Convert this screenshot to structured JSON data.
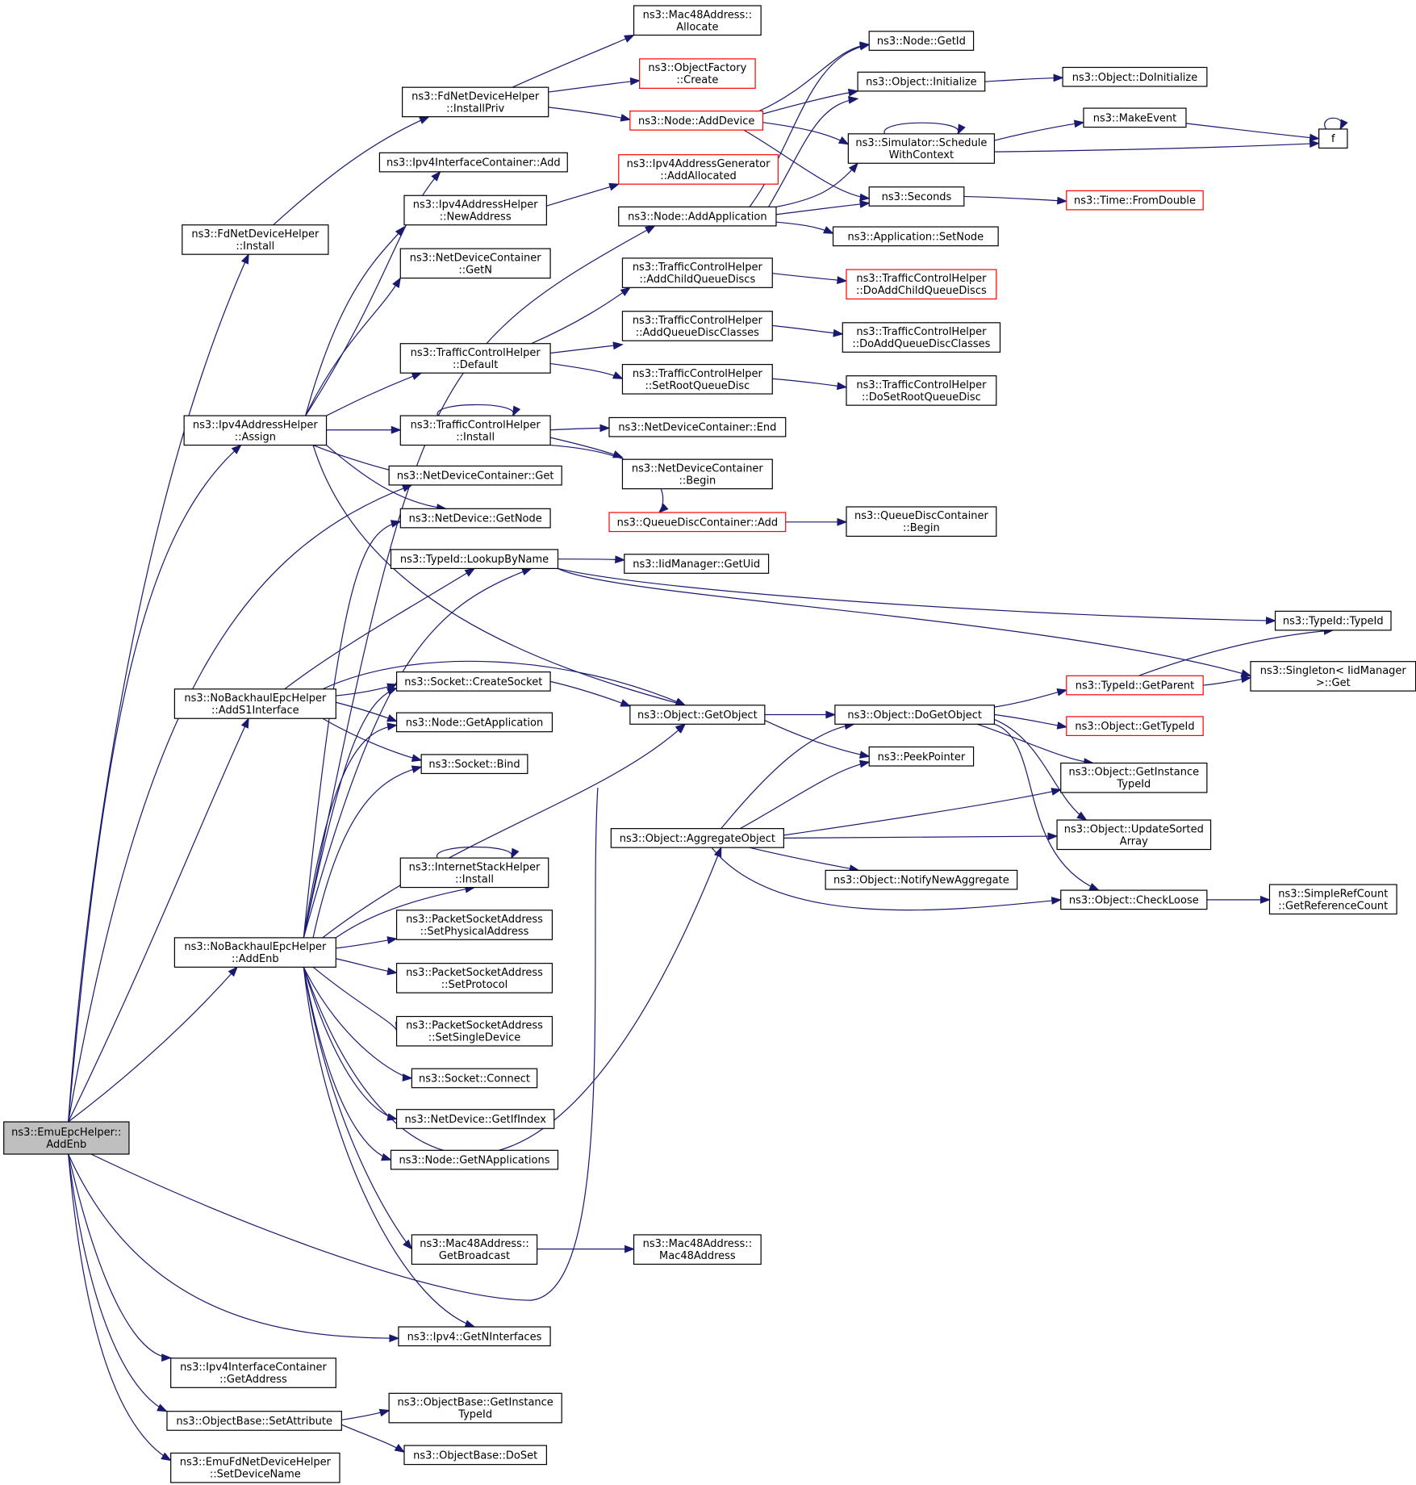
{
  "colors": {
    "edge": "#191970",
    "missing_node_border": "#ff0000",
    "root_fill": "#bfbfbf"
  },
  "nodes": [
    {
      "id": "root",
      "lines": [
        "ns3::EmuEpcHelper::",
        "AddEnb"
      ],
      "root": true
    },
    {
      "id": "fdndhInstall",
      "lines": [
        "ns3::FdNetDeviceHelper",
        "::Install"
      ]
    },
    {
      "id": "ipv4AddrAssign",
      "lines": [
        "ns3::Ipv4AddressHelper",
        "::Assign"
      ]
    },
    {
      "id": "nbAddS1",
      "lines": [
        "ns3::NoBackhaulEpcHelper",
        "::AddS1Interface"
      ]
    },
    {
      "id": "nbAddEnb",
      "lines": [
        "ns3::NoBackhaulEpcHelper",
        "::AddEnb"
      ]
    },
    {
      "id": "ipv4icGetAddr",
      "lines": [
        "ns3::Ipv4InterfaceContainer",
        "::GetAddress"
      ]
    },
    {
      "id": "obSetAttr",
      "lines": [
        "ns3::ObjectBase::SetAttribute"
      ]
    },
    {
      "id": "emuSetDev",
      "lines": [
        "ns3::EmuFdNetDeviceHelper",
        "::SetDeviceName"
      ]
    },
    {
      "id": "fdndhInstallPriv",
      "lines": [
        "ns3::FdNetDeviceHelper",
        "::InstallPriv"
      ]
    },
    {
      "id": "ipv4icAdd",
      "lines": [
        "ns3::Ipv4InterfaceContainer::Add"
      ]
    },
    {
      "id": "ipv4ahNewAddr",
      "lines": [
        "ns3::Ipv4AddressHelper",
        "::NewAddress"
      ]
    },
    {
      "id": "ndcGetN",
      "lines": [
        "ns3::NetDeviceContainer",
        "::GetN"
      ]
    },
    {
      "id": "tchDefault",
      "lines": [
        "ns3::TrafficControlHelper",
        "::Default"
      ]
    },
    {
      "id": "tchInstall",
      "lines": [
        "ns3::TrafficControlHelper",
        "::Install"
      ]
    },
    {
      "id": "ndcGet",
      "lines": [
        "ns3::NetDeviceContainer::Get"
      ]
    },
    {
      "id": "ndGetNode",
      "lines": [
        "ns3::NetDevice::GetNode"
      ]
    },
    {
      "id": "typeIdLookup",
      "lines": [
        "ns3::TypeId::LookupByName"
      ]
    },
    {
      "id": "socketCreate",
      "lines": [
        "ns3::Socket::CreateSocket"
      ]
    },
    {
      "id": "nodeGetApp",
      "lines": [
        "ns3::Node::GetApplication"
      ]
    },
    {
      "id": "socketBind",
      "lines": [
        "ns3::Socket::Bind"
      ]
    },
    {
      "id": "ishInstall",
      "lines": [
        "ns3::InternetStackHelper",
        "::Install"
      ]
    },
    {
      "id": "psaSetPhys",
      "lines": [
        "ns3::PacketSocketAddress",
        "::SetPhysicalAddress"
      ]
    },
    {
      "id": "psaSetProto",
      "lines": [
        "ns3::PacketSocketAddress",
        "::SetProtocol"
      ]
    },
    {
      "id": "psaSetSingle",
      "lines": [
        "ns3::PacketSocketAddress",
        "::SetSingleDevice"
      ]
    },
    {
      "id": "socketConnect",
      "lines": [
        "ns3::Socket::Connect"
      ]
    },
    {
      "id": "ndGetIfIndex",
      "lines": [
        "ns3::NetDevice::GetIfIndex"
      ]
    },
    {
      "id": "nodeGetNApps",
      "lines": [
        "ns3::Node::GetNApplications"
      ]
    },
    {
      "id": "mac48GetBcast",
      "lines": [
        "ns3::Mac48Address::",
        "GetBroadcast"
      ]
    },
    {
      "id": "ipv4GetNIf",
      "lines": [
        "ns3::Ipv4::GetNInterfaces"
      ]
    },
    {
      "id": "obGetInstTid",
      "lines": [
        "ns3::ObjectBase::GetInstance",
        "TypeId"
      ]
    },
    {
      "id": "obDoSet",
      "lines": [
        "ns3::ObjectBase::DoSet"
      ]
    },
    {
      "id": "mac48Allocate",
      "lines": [
        "ns3::Mac48Address::",
        "Allocate"
      ]
    },
    {
      "id": "objFactoryCreate",
      "lines": [
        "ns3::ObjectFactory",
        "::Create"
      ],
      "red": true
    },
    {
      "id": "nodeAddDevice",
      "lines": [
        "ns3::Node::AddDevice"
      ],
      "red": true
    },
    {
      "id": "ipv4agAddAlloc",
      "lines": [
        "ns3::Ipv4AddressGenerator",
        "::AddAllocated"
      ],
      "red": true
    },
    {
      "id": "nodeAddApp",
      "lines": [
        "ns3::Node::AddApplication"
      ]
    },
    {
      "id": "tchAddChild",
      "lines": [
        "ns3::TrafficControlHelper",
        "::AddChildQueueDiscs"
      ]
    },
    {
      "id": "tchAddClasses",
      "lines": [
        "ns3::TrafficControlHelper",
        "::AddQueueDiscClasses"
      ]
    },
    {
      "id": "tchSetRoot",
      "lines": [
        "ns3::TrafficControlHelper",
        "::SetRootQueueDisc"
      ]
    },
    {
      "id": "ndcEnd",
      "lines": [
        "ns3::NetDeviceContainer::End"
      ]
    },
    {
      "id": "ndcBegin",
      "lines": [
        "ns3::NetDeviceContainer",
        "::Begin"
      ]
    },
    {
      "id": "qdcAdd",
      "lines": [
        "ns3::QueueDiscContainer::Add"
      ],
      "red": true
    },
    {
      "id": "iidGetUid",
      "lines": [
        "ns3::IidManager::GetUid"
      ]
    },
    {
      "id": "objGetObject",
      "lines": [
        "ns3::Object::GetObject"
      ]
    },
    {
      "id": "objAggregate",
      "lines": [
        "ns3::Object::AggregateObject"
      ]
    },
    {
      "id": "mac48Mac48",
      "lines": [
        "ns3::Mac48Address::",
        "Mac48Address"
      ]
    },
    {
      "id": "nodeGetId",
      "lines": [
        "ns3::Node::GetId"
      ]
    },
    {
      "id": "objInitialize",
      "lines": [
        "ns3::Object::Initialize"
      ]
    },
    {
      "id": "simSchedule",
      "lines": [
        "ns3::Simulator::Schedule",
        "WithContext"
      ]
    },
    {
      "id": "seconds",
      "lines": [
        "ns3::Seconds"
      ]
    },
    {
      "id": "appSetNode",
      "lines": [
        "ns3::Application::SetNode"
      ]
    },
    {
      "id": "tchDoAddChild",
      "lines": [
        "ns3::TrafficControlHelper",
        "::DoAddChildQueueDiscs"
      ],
      "red": true
    },
    {
      "id": "tchDoAddClasses",
      "lines": [
        "ns3::TrafficControlHelper",
        "::DoAddQueueDiscClasses"
      ]
    },
    {
      "id": "tchDoSetRoot",
      "lines": [
        "ns3::TrafficControlHelper",
        "::DoSetRootQueueDisc"
      ]
    },
    {
      "id": "qdcBegin",
      "lines": [
        "ns3::QueueDiscContainer",
        "::Begin"
      ]
    },
    {
      "id": "objDoGetObject",
      "lines": [
        "ns3::Object::DoGetObject"
      ]
    },
    {
      "id": "peekPointer",
      "lines": [
        "ns3::PeekPointer"
      ]
    },
    {
      "id": "objNotifyAgg",
      "lines": [
        "ns3::Object::NotifyNewAggregate"
      ]
    },
    {
      "id": "objDoInit",
      "lines": [
        "ns3::Object::DoInitialize"
      ]
    },
    {
      "id": "makeEvent",
      "lines": [
        "ns3::MakeEvent"
      ]
    },
    {
      "id": "timeFromDouble",
      "lines": [
        "ns3::Time::FromDouble"
      ],
      "red": true
    },
    {
      "id": "tidGetParent",
      "lines": [
        "ns3::TypeId::GetParent"
      ],
      "red": true
    },
    {
      "id": "objGetTypeId",
      "lines": [
        "ns3::Object::GetTypeId"
      ],
      "red": true
    },
    {
      "id": "objGetInstTid",
      "lines": [
        "ns3::Object::GetInstance",
        "TypeId"
      ]
    },
    {
      "id": "objUpdateSorted",
      "lines": [
        "ns3::Object::UpdateSorted",
        "Array"
      ]
    },
    {
      "id": "objCheckLoose",
      "lines": [
        "ns3::Object::CheckLoose"
      ]
    },
    {
      "id": "fNode",
      "lines": [
        "f"
      ]
    },
    {
      "id": "tidTypeId",
      "lines": [
        "ns3::TypeId::TypeId"
      ]
    },
    {
      "id": "singletonGet",
      "lines": [
        "ns3::Singleton< IidManager",
        "  >::Get"
      ]
    },
    {
      "id": "srcGetRef",
      "lines": [
        "ns3::SimpleRefCount",
        "::GetReferenceCount"
      ]
    }
  ],
  "edges": [
    [
      "root",
      "fdndhInstall"
    ],
    [
      "root",
      "ipv4AddrAssign"
    ],
    [
      "root",
      "ndcGet"
    ],
    [
      "root",
      "nbAddS1"
    ],
    [
      "root",
      "nbAddEnb"
    ],
    [
      "root",
      "objGetObject"
    ],
    [
      "root",
      "ipv4GetNIf"
    ],
    [
      "root",
      "ipv4icGetAddr"
    ],
    [
      "root",
      "obSetAttr"
    ],
    [
      "root",
      "emuSetDev"
    ],
    [
      "fdndhInstall",
      "fdndhInstallPriv"
    ],
    [
      "fdndhInstallPriv",
      "mac48Allocate"
    ],
    [
      "fdndhInstallPriv",
      "objFactoryCreate"
    ],
    [
      "fdndhInstallPriv",
      "nodeAddDevice"
    ],
    [
      "nodeAddDevice",
      "nodeGetId"
    ],
    [
      "nodeAddDevice",
      "objInitialize"
    ],
    [
      "nodeAddDevice",
      "simSchedule"
    ],
    [
      "nodeAddDevice",
      "seconds"
    ],
    [
      "nodeAddApp",
      "nodeGetId"
    ],
    [
      "nodeAddApp",
      "objInitialize"
    ],
    [
      "nodeAddApp",
      "simSchedule"
    ],
    [
      "nodeAddApp",
      "seconds"
    ],
    [
      "nodeAddApp",
      "appSetNode"
    ],
    [
      "objInitialize",
      "objDoInit"
    ],
    [
      "simSchedule",
      "simSchedule"
    ],
    [
      "simSchedule",
      "makeEvent"
    ],
    [
      "simSchedule",
      "fNode"
    ],
    [
      "makeEvent",
      "fNode"
    ],
    [
      "fNode",
      "fNode"
    ],
    [
      "seconds",
      "timeFromDouble"
    ],
    [
      "ipv4AddrAssign",
      "ipv4icAdd"
    ],
    [
      "ipv4AddrAssign",
      "ipv4ahNewAddr"
    ],
    [
      "ipv4AddrAssign",
      "ndcGetN"
    ],
    [
      "ipv4AddrAssign",
      "tchDefault"
    ],
    [
      "ipv4AddrAssign",
      "tchInstall"
    ],
    [
      "ipv4AddrAssign",
      "ndcGet"
    ],
    [
      "ipv4AddrAssign",
      "ndGetNode"
    ],
    [
      "ipv4AddrAssign",
      "objGetObject"
    ],
    [
      "ipv4ahNewAddr",
      "ipv4agAddAlloc"
    ],
    [
      "tchDefault",
      "tchAddChild"
    ],
    [
      "tchDefault",
      "tchAddClasses"
    ],
    [
      "tchDefault",
      "tchSetRoot"
    ],
    [
      "tchAddChild",
      "tchDoAddChild"
    ],
    [
      "tchAddClasses",
      "tchDoAddClasses"
    ],
    [
      "tchSetRoot",
      "tchDoSetRoot"
    ],
    [
      "tchInstall",
      "tchInstall"
    ],
    [
      "tchInstall",
      "ndcEnd"
    ],
    [
      "tchInstall",
      "ndcBegin"
    ],
    [
      "tchInstall",
      "qdcAdd"
    ],
    [
      "qdcAdd",
      "qdcBegin"
    ],
    [
      "typeIdLookup",
      "iidGetUid"
    ],
    [
      "typeIdLookup",
      "tidTypeId"
    ],
    [
      "typeIdLookup",
      "singletonGet"
    ],
    [
      "nbAddS1",
      "typeIdLookup"
    ],
    [
      "nbAddS1",
      "objGetObject"
    ],
    [
      "nbAddS1",
      "socketCreate"
    ],
    [
      "nbAddS1",
      "nodeGetApp"
    ],
    [
      "nbAddS1",
      "socketBind"
    ],
    [
      "socketCreate",
      "objGetObject"
    ],
    [
      "objGetObject",
      "objDoGetObject"
    ],
    [
      "objGetObject",
      "peekPointer"
    ],
    [
      "objDoGetObject",
      "tidGetParent"
    ],
    [
      "objDoGetObject",
      "objGetTypeId"
    ],
    [
      "objDoGetObject",
      "objGetInstTid"
    ],
    [
      "objDoGetObject",
      "objUpdateSorted"
    ],
    [
      "objDoGetObject",
      "objCheckLoose"
    ],
    [
      "tidGetParent",
      "tidTypeId"
    ],
    [
      "tidGetParent",
      "singletonGet"
    ],
    [
      "objAggregate",
      "objDoGetObject"
    ],
    [
      "objAggregate",
      "peekPointer"
    ],
    [
      "objAggregate",
      "objGetInstTid"
    ],
    [
      "objAggregate",
      "objUpdateSorted"
    ],
    [
      "objAggregate",
      "objNotifyAgg"
    ],
    [
      "objAggregate",
      "objCheckLoose"
    ],
    [
      "objCheckLoose",
      "srcGetRef"
    ],
    [
      "nbAddEnb",
      "nodeAddApp"
    ],
    [
      "nbAddEnb",
      "ndGetNode"
    ],
    [
      "nbAddEnb",
      "typeIdLookup"
    ],
    [
      "nbAddEnb",
      "socketCreate"
    ],
    [
      "nbAddEnb",
      "nodeGetApp"
    ],
    [
      "nbAddEnb",
      "socketBind"
    ],
    [
      "nbAddEnb",
      "objGetObject"
    ],
    [
      "nbAddEnb",
      "ishInstall"
    ],
    [
      "nbAddEnb",
      "psaSetPhys"
    ],
    [
      "nbAddEnb",
      "psaSetProto"
    ],
    [
      "nbAddEnb",
      "psaSetSingle"
    ],
    [
      "nbAddEnb",
      "socketConnect"
    ],
    [
      "nbAddEnb",
      "ndGetIfIndex"
    ],
    [
      "nbAddEnb",
      "nodeGetNApps"
    ],
    [
      "nbAddEnb",
      "mac48GetBcast"
    ],
    [
      "nbAddEnb",
      "ipv4GetNIf"
    ],
    [
      "nbAddEnb",
      "objAggregate"
    ],
    [
      "ishInstall",
      "ishInstall"
    ],
    [
      "mac48GetBcast",
      "mac48Mac48"
    ],
    [
      "obSetAttr",
      "obGetInstTid"
    ],
    [
      "obSetAttr",
      "obDoSet"
    ]
  ]
}
